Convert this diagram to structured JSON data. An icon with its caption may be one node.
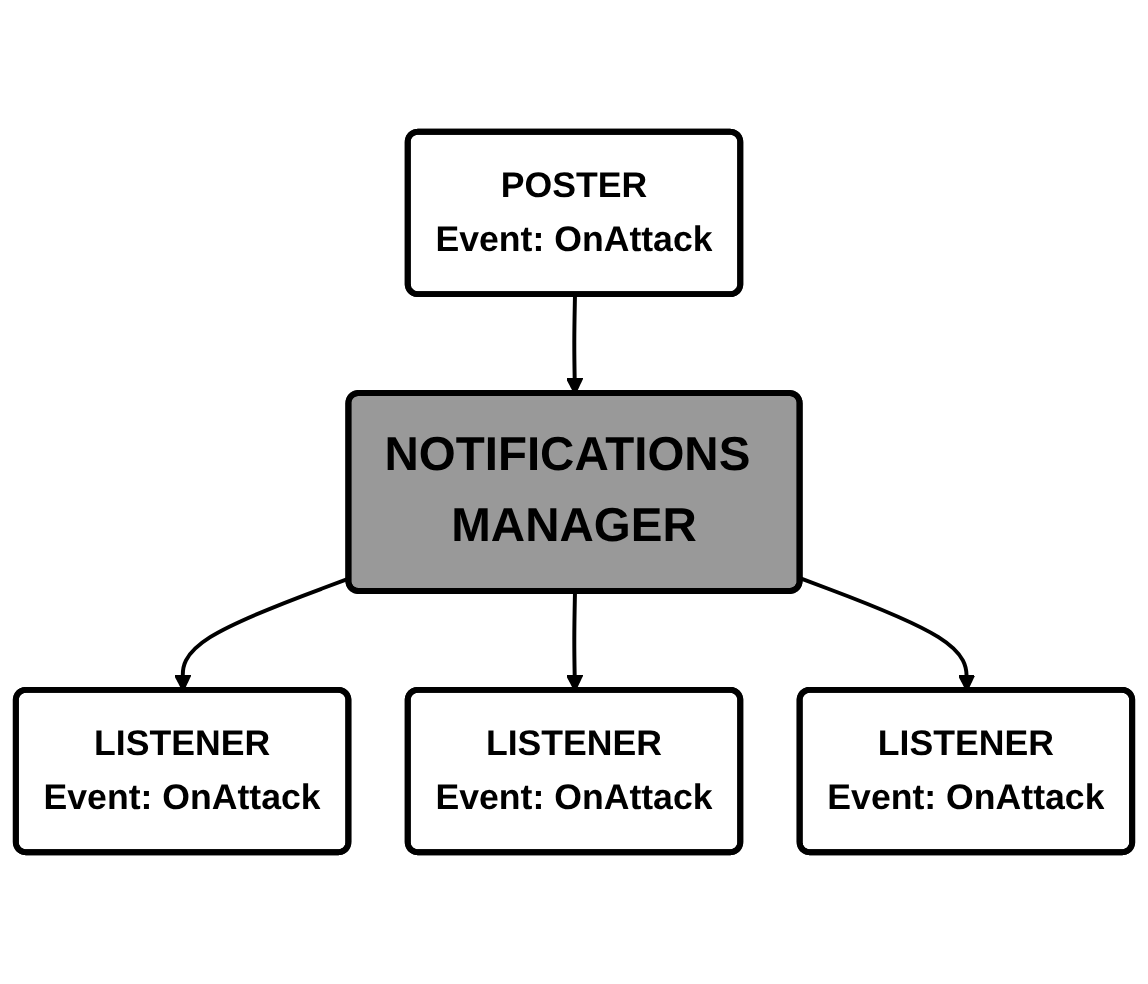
{
  "diagram": {
    "nodes": [
      {
        "text": [
          "POSTER",
          "Event: OnAttack"
        ]
      },
      {
        "text": [
          "NOTIFICATIONS MANAGER"
        ]
      },
      {
        "text": [
          "LISTENER",
          "Event: OnAttack"
        ]
      },
      {
        "text": [
          "LISTENER",
          "Event: OnAttack"
        ]
      },
      {
        "text": [
          "LISTENER",
          "Event: OnAttack"
        ]
      }
    ],
    "edges": [
      {
        "from": 0,
        "to": 1,
        "arrow": "to"
      },
      {
        "from": 1,
        "to": 2,
        "arrow": "to"
      },
      {
        "from": 1,
        "to": 3,
        "arrow": "to"
      },
      {
        "from": 1,
        "to": 4,
        "arrow": "to"
      }
    ]
  }
}
